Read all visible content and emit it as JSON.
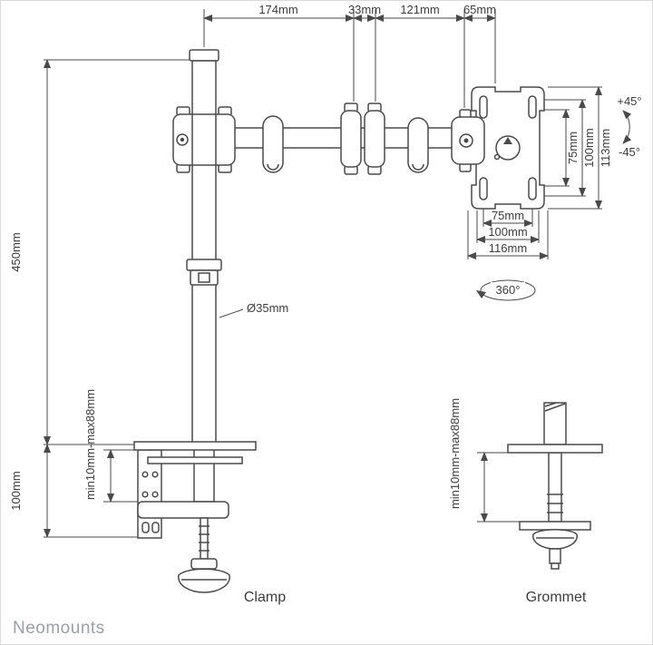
{
  "colors": {
    "line": "#4a4a4a",
    "text": "#3d3d3d",
    "brand": "#9aa0a6"
  },
  "brand": "Neomounts",
  "labels": {
    "clamp": "Clamp",
    "grommet": "Grommet"
  },
  "dims": {
    "arm_174": "174mm",
    "arm_33": "33mm",
    "arm_121": "121mm",
    "arm_65": "65mm",
    "pole_height": "450mm",
    "clamp_height": "100mm",
    "vesa_v_75": "75mm",
    "vesa_v_100": "100mm",
    "vesa_v_113": "113mm",
    "vesa_h_75": "75mm",
    "vesa_h_100": "100mm",
    "vesa_h_116": "116mm",
    "tilt_up": "+45°",
    "tilt_down": "-45°",
    "swivel": "360°",
    "pole_diameter": "Ø35mm",
    "clamp_range": "min10mm-max88mm",
    "grommet_range": "min10mm-max88mm"
  }
}
